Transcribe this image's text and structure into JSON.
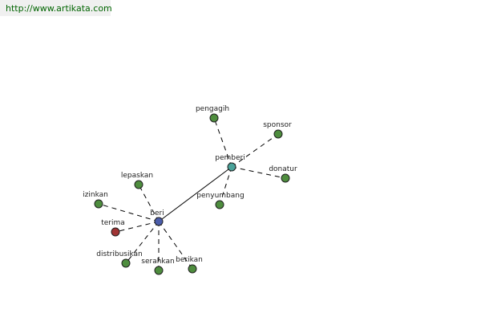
{
  "header": {
    "url_text": "http://www.artikata.com"
  },
  "colors": {
    "center": "#4b5dab",
    "hub": "#4aa39a",
    "related": "#4e8d3e",
    "antonym": "#a03434",
    "banner_bg": "#f0f0f0",
    "url": "#006400"
  },
  "graph": {
    "nodes": [
      {
        "id": "beri",
        "label": "beri",
        "kind": "center"
      },
      {
        "id": "pemberi",
        "label": "pemberi",
        "kind": "hub"
      },
      {
        "id": "pengagih",
        "label": "pengagih",
        "kind": "related"
      },
      {
        "id": "sponsor",
        "label": "sponsor",
        "kind": "related"
      },
      {
        "id": "donatur",
        "label": "donatur",
        "kind": "related"
      },
      {
        "id": "penyumbang",
        "label": "penyumbang",
        "kind": "related"
      },
      {
        "id": "lepaskan",
        "label": "lepaskan",
        "kind": "related"
      },
      {
        "id": "izinkan",
        "label": "izinkan",
        "kind": "related"
      },
      {
        "id": "terima",
        "label": "terima",
        "kind": "antonym"
      },
      {
        "id": "distribusikan",
        "label": "distribusikan",
        "kind": "related"
      },
      {
        "id": "serahkan",
        "label": "serahkan",
        "kind": "related"
      },
      {
        "id": "berikan",
        "label": "berikan",
        "kind": "related"
      }
    ],
    "edges": [
      {
        "from": "beri",
        "to": "pemberi",
        "style": "solid"
      },
      {
        "from": "pemberi",
        "to": "pengagih",
        "style": "dashed"
      },
      {
        "from": "pemberi",
        "to": "sponsor",
        "style": "dashed"
      },
      {
        "from": "pemberi",
        "to": "donatur",
        "style": "dashed"
      },
      {
        "from": "pemberi",
        "to": "penyumbang",
        "style": "dashed"
      },
      {
        "from": "beri",
        "to": "lepaskan",
        "style": "dashed"
      },
      {
        "from": "beri",
        "to": "izinkan",
        "style": "dashed"
      },
      {
        "from": "beri",
        "to": "terima",
        "style": "dashed"
      },
      {
        "from": "beri",
        "to": "distribusikan",
        "style": "dashed"
      },
      {
        "from": "beri",
        "to": "serahkan",
        "style": "dashed"
      },
      {
        "from": "beri",
        "to": "berikan",
        "style": "dashed"
      }
    ]
  }
}
